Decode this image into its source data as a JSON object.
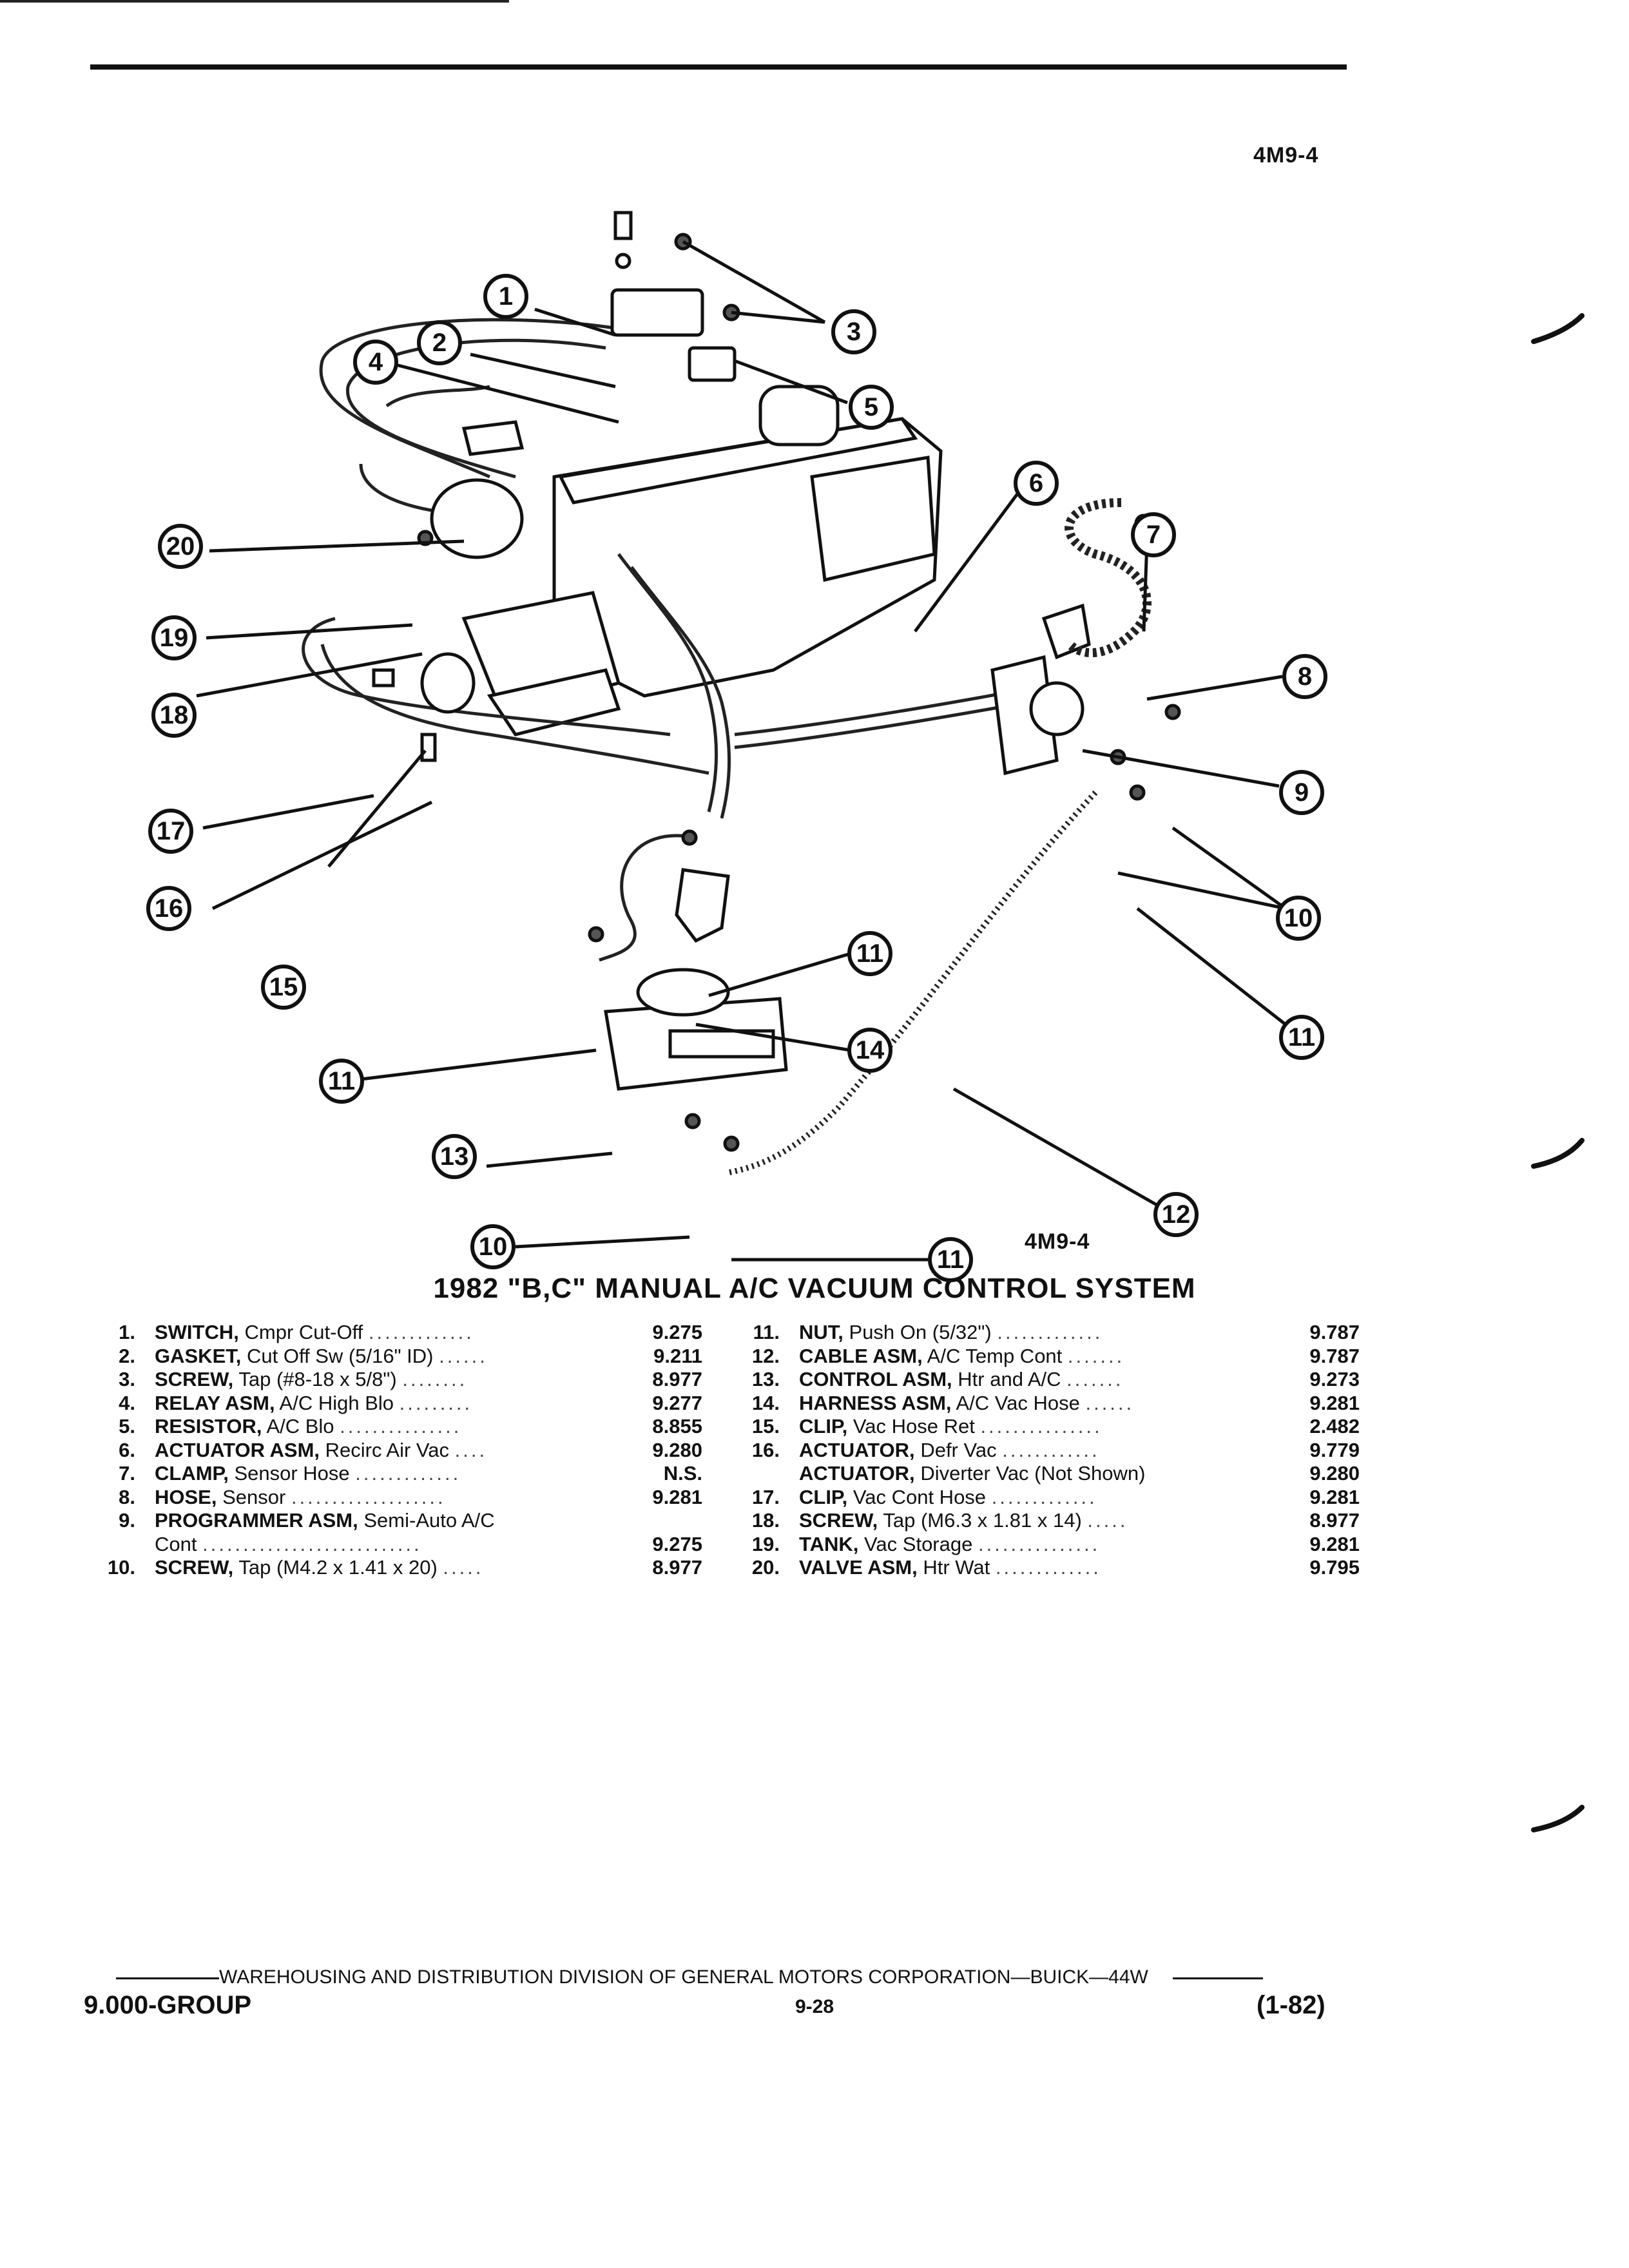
{
  "figure_code_top": "4M9-4",
  "figure_code_bottom": "4M9-4",
  "callouts": [
    "1",
    "2",
    "3",
    "4",
    "5",
    "6",
    "7",
    "8",
    "9",
    "10",
    "11",
    "12",
    "13",
    "14",
    "15",
    "16",
    "17",
    "18",
    "19",
    "20",
    "11",
    "11",
    "11",
    "10"
  ],
  "title": "1982 \"B,C\" MANUAL A/C VACUUM CONTROL SYSTEM",
  "parts_left": [
    {
      "no": "1.",
      "name": "SWITCH,",
      "desc": "Cmpr Cut-Off",
      "dots": ".............",
      "code": "9.275"
    },
    {
      "no": "2.",
      "name": "GASKET,",
      "desc": "Cut Off Sw (5/16\" ID)",
      "dots": "......",
      "code": "9.211"
    },
    {
      "no": "3.",
      "name": "SCREW,",
      "desc": "Tap (#8-18 x 5/8\")",
      "dots": "........",
      "code": "8.977"
    },
    {
      "no": "4.",
      "name": "RELAY ASM,",
      "desc": "A/C High Blo",
      "dots": ".........",
      "code": "9.277"
    },
    {
      "no": "5.",
      "name": "RESISTOR,",
      "desc": "A/C Blo",
      "dots": "...............",
      "code": "8.855"
    },
    {
      "no": "6.",
      "name": "ACTUATOR ASM,",
      "desc": "Recirc Air Vac",
      "dots": "....",
      "code": "9.280"
    },
    {
      "no": "7.",
      "name": "CLAMP,",
      "desc": "Sensor Hose",
      "dots": ".............",
      "code": "N.S."
    },
    {
      "no": "8.",
      "name": "HOSE,",
      "desc": "Sensor",
      "dots": "...................",
      "code": "9.281"
    },
    {
      "no": "9.",
      "name": "PROGRAMMER ASM,",
      "desc": "Semi-Auto A/C",
      "dots": "",
      "code": ""
    },
    {
      "no": "",
      "name": "",
      "desc": "Cont",
      "dots": "...........................",
      "code": "9.275"
    },
    {
      "no": "10.",
      "name": "SCREW,",
      "desc": "Tap (M4.2 x 1.41 x 20)",
      "dots": ".....",
      "code": "8.977"
    }
  ],
  "parts_right": [
    {
      "no": "11.",
      "name": "NUT,",
      "desc": "Push On (5/32\")",
      "dots": ".............",
      "code": "9.787"
    },
    {
      "no": "12.",
      "name": "CABLE ASM,",
      "desc": "A/C Temp Cont",
      "dots": ".......",
      "code": "9.787"
    },
    {
      "no": "13.",
      "name": "CONTROL ASM,",
      "desc": "Htr and A/C",
      "dots": ".......",
      "code": "9.273"
    },
    {
      "no": "14.",
      "name": "HARNESS ASM,",
      "desc": "A/C Vac Hose",
      "dots": "......",
      "code": "9.281"
    },
    {
      "no": "15.",
      "name": "CLIP,",
      "desc": "Vac Hose Ret",
      "dots": "...............",
      "code": "2.482"
    },
    {
      "no": "16.",
      "name": "ACTUATOR,",
      "desc": "Defr Vac",
      "dots": "............",
      "code": "9.779"
    },
    {
      "no": "",
      "name": "ACTUATOR,",
      "desc": "Diverter Vac (Not Shown)",
      "dots": "",
      "code": "9.280"
    },
    {
      "no": "17.",
      "name": "CLIP,",
      "desc": "Vac Cont Hose",
      "dots": ".............",
      "code": "9.281"
    },
    {
      "no": "18.",
      "name": "SCREW,",
      "desc": "Tap (M6.3 x 1.81 x 14)",
      "dots": ".....",
      "code": "8.977"
    },
    {
      "no": "19.",
      "name": "TANK,",
      "desc": "Vac Storage",
      "dots": "...............",
      "code": "9.281"
    },
    {
      "no": "20.",
      "name": "VALVE ASM,",
      "desc": "Htr Wat",
      "dots": ".............",
      "code": "9.795"
    }
  ],
  "footer": {
    "division": "WAREHOUSING AND DISTRIBUTION  DIVISION OF GENERAL MOTORS CORPORATION—BUICK—44W",
    "group": "9.000-GROUP",
    "page": "9-28",
    "revision": "(1-82)"
  }
}
